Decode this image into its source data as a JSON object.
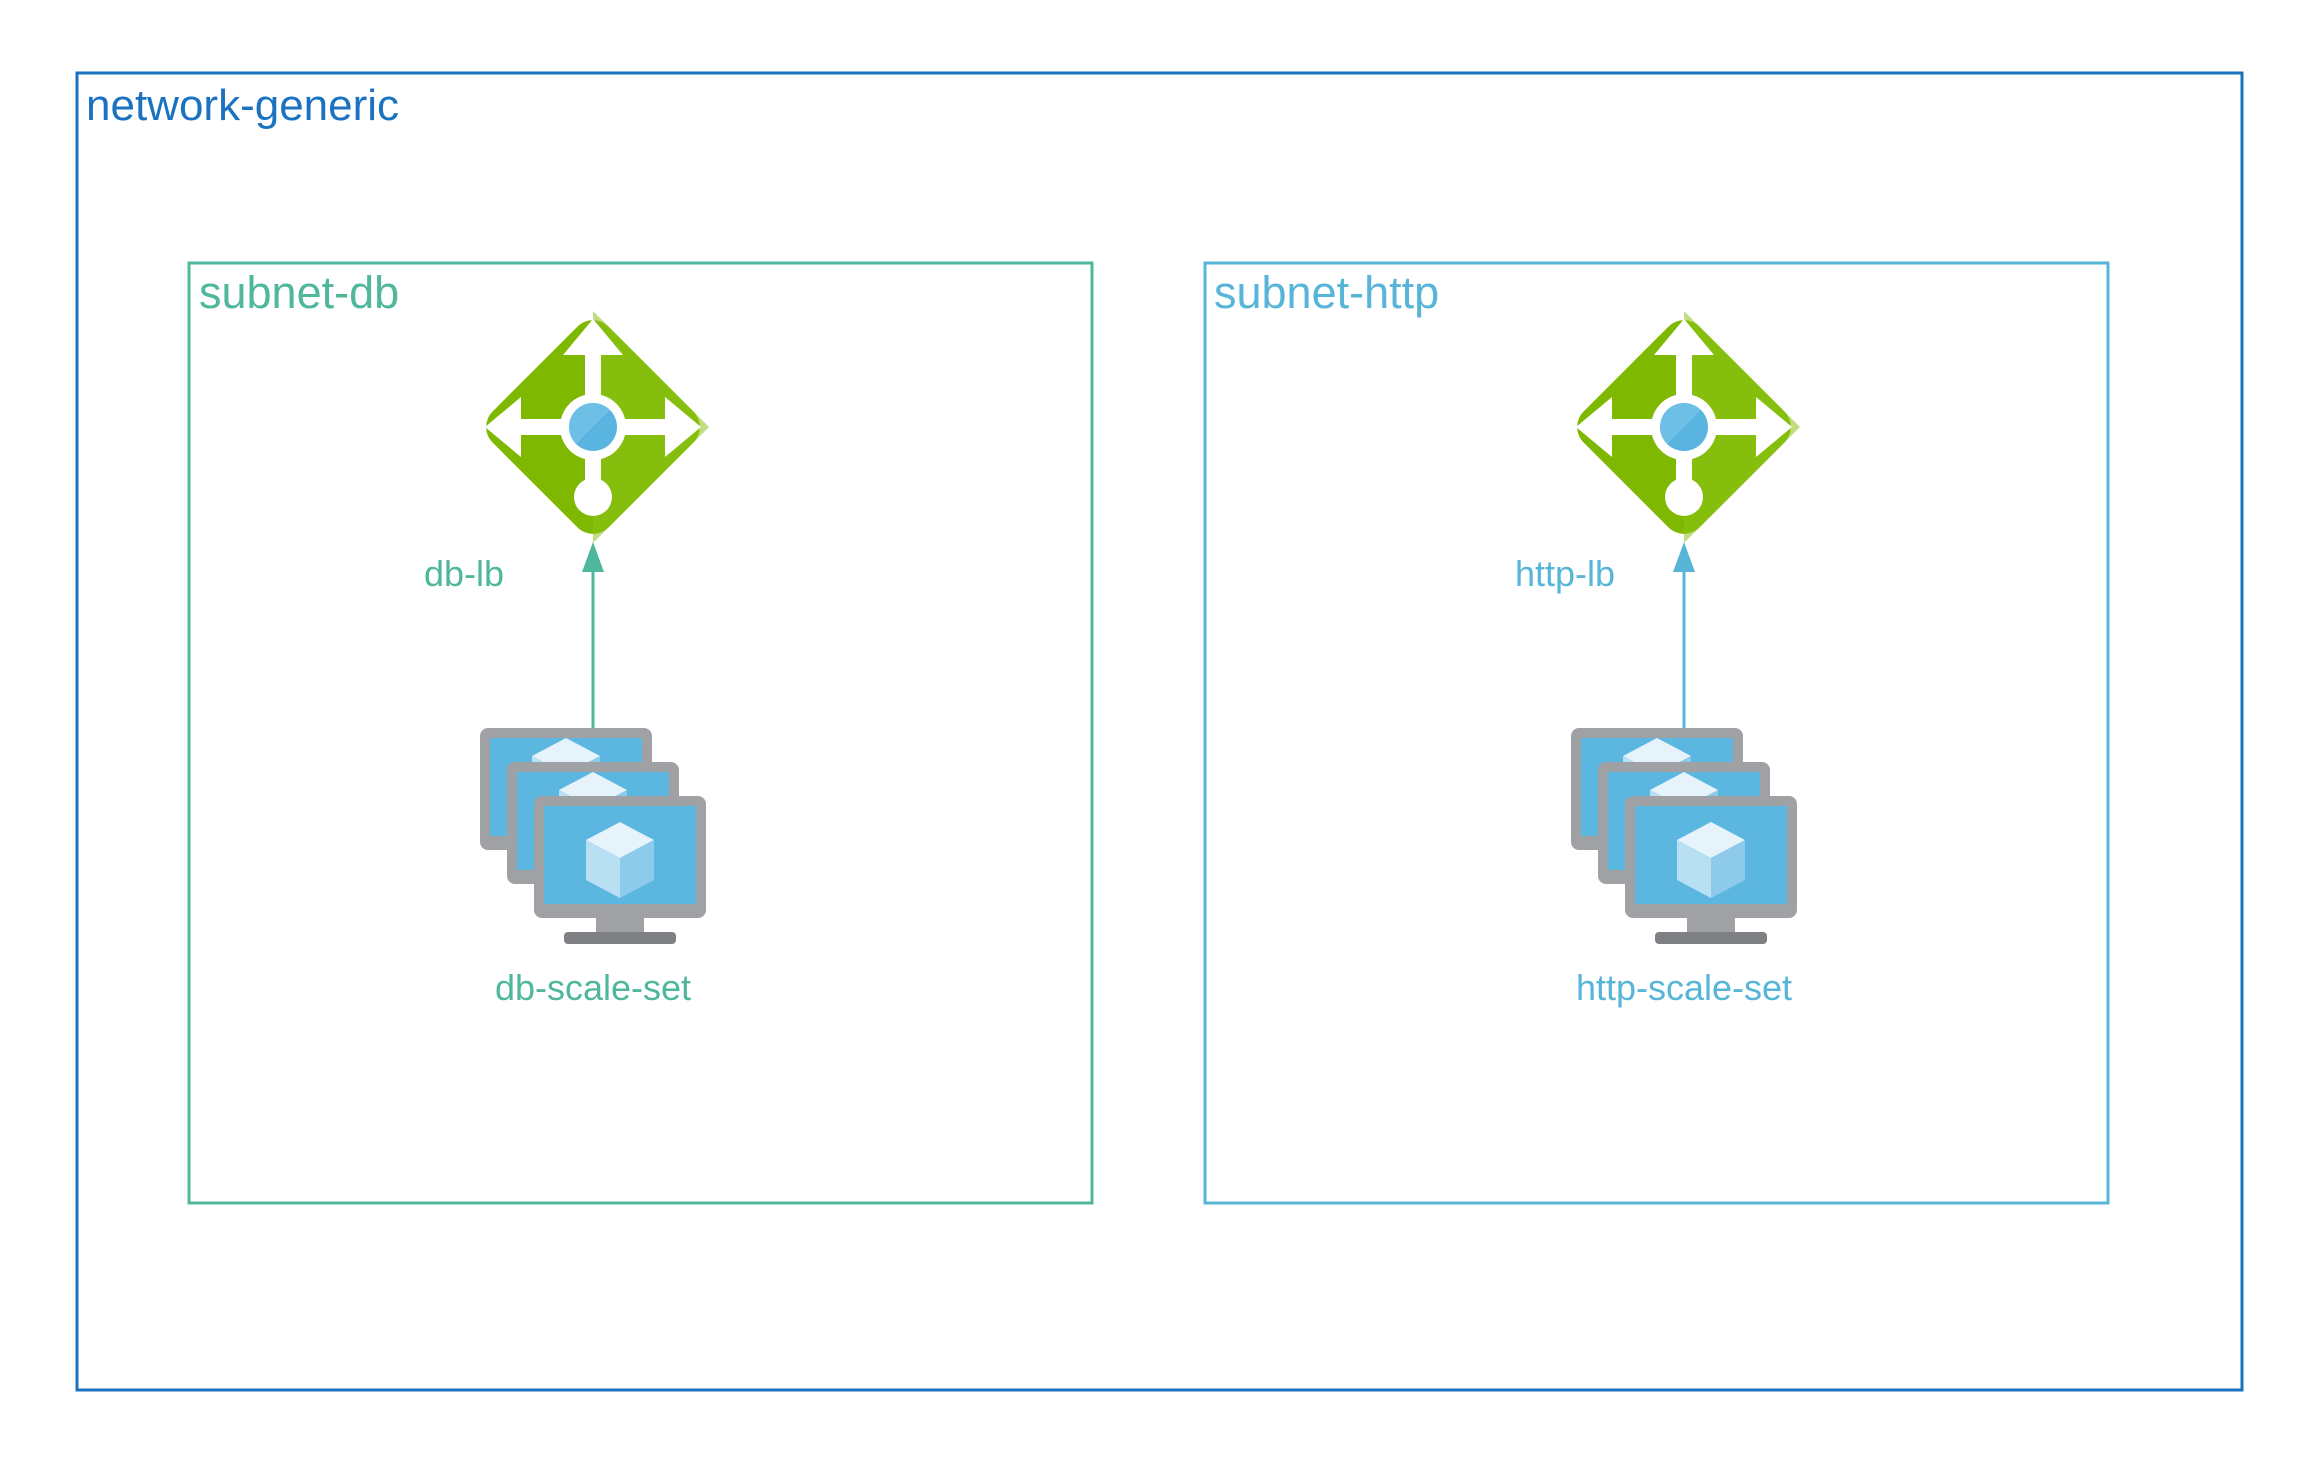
{
  "colors": {
    "network_border": "#1b72c0",
    "network_text": "#1b72c0",
    "subnet_db": "#4fb79b",
    "subnet_http": "#57b5d8",
    "lb_green": "#7fb800",
    "lb_green_light": "#9ccf27",
    "lb_blue": "#5ab4e0",
    "vm_frame": "#9fa1a4",
    "vm_frame_dark": "#7e8083",
    "vm_screen": "#5bb7e0",
    "cube_light": "#e6f3fa",
    "cube_mid": "#b9dff2",
    "cube_dark": "#8ecbea"
  },
  "network": {
    "label": "network-generic"
  },
  "subnets": [
    {
      "label": "subnet-db",
      "color_key": "subnet_db",
      "load_balancer": {
        "label": "db-lb",
        "icon": "load-balancer-icon"
      },
      "scale_set": {
        "label": "db-scale-set",
        "icon": "vm-scale-set-icon"
      }
    },
    {
      "label": "subnet-http",
      "color_key": "subnet_http",
      "load_balancer": {
        "label": "http-lb",
        "icon": "load-balancer-icon"
      },
      "scale_set": {
        "label": "http-scale-set",
        "icon": "vm-scale-set-icon"
      }
    }
  ]
}
